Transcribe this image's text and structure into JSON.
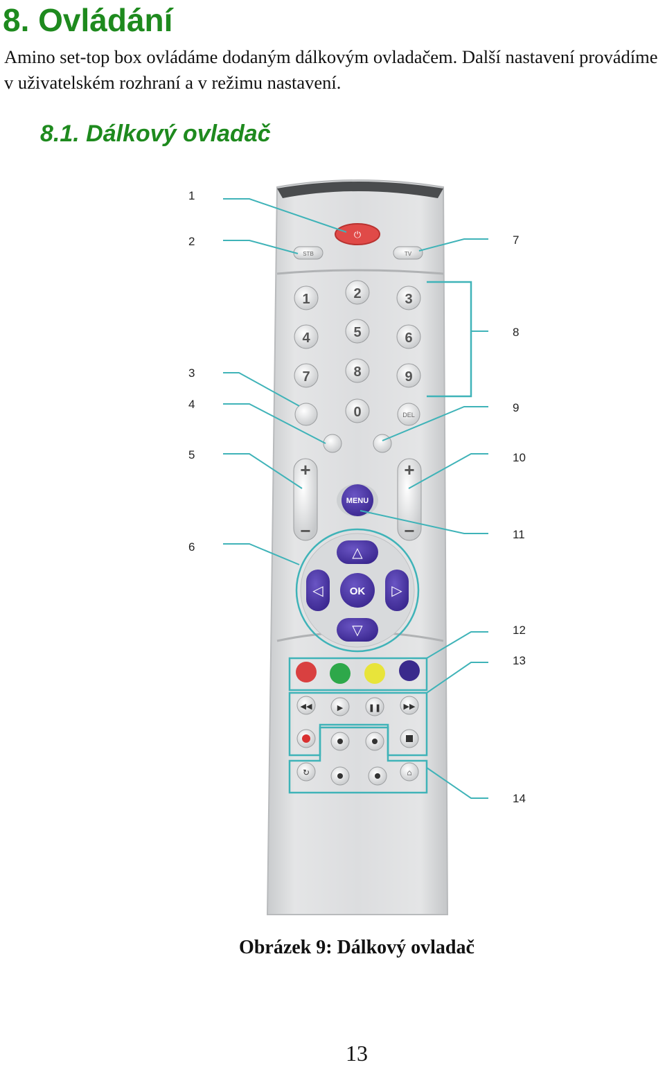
{
  "heading": "8. Ovládání",
  "intro": "Amino set-top box ovládáme dodaným dálkovým ovladačem. Další nastavení provádíme v uživatelském rozhraní a v režimu nastavení.",
  "subheading": "8.1. Dálkový ovladač",
  "figure": {
    "callouts": [
      "1",
      "2",
      "3",
      "4",
      "5",
      "6",
      "7",
      "8",
      "9",
      "10",
      "11",
      "12",
      "13",
      "14"
    ],
    "buttons": {
      "digits": [
        "1",
        "2",
        "3",
        "4",
        "5",
        "6",
        "7",
        "8",
        "9",
        "0"
      ],
      "menu": "MENU",
      "ok": "OK",
      "del": "DEL",
      "tv": "TV",
      "stb": "STB"
    },
    "colors": {
      "red": "#d94040",
      "green": "#2ea84a",
      "yellow": "#e8e43a",
      "blue": "#3a2a8c",
      "purple": "#4a33a0",
      "callout": "#3fb3b8"
    }
  },
  "caption": "Obrázek 9: Dálkový ovladač",
  "page_number": "13"
}
